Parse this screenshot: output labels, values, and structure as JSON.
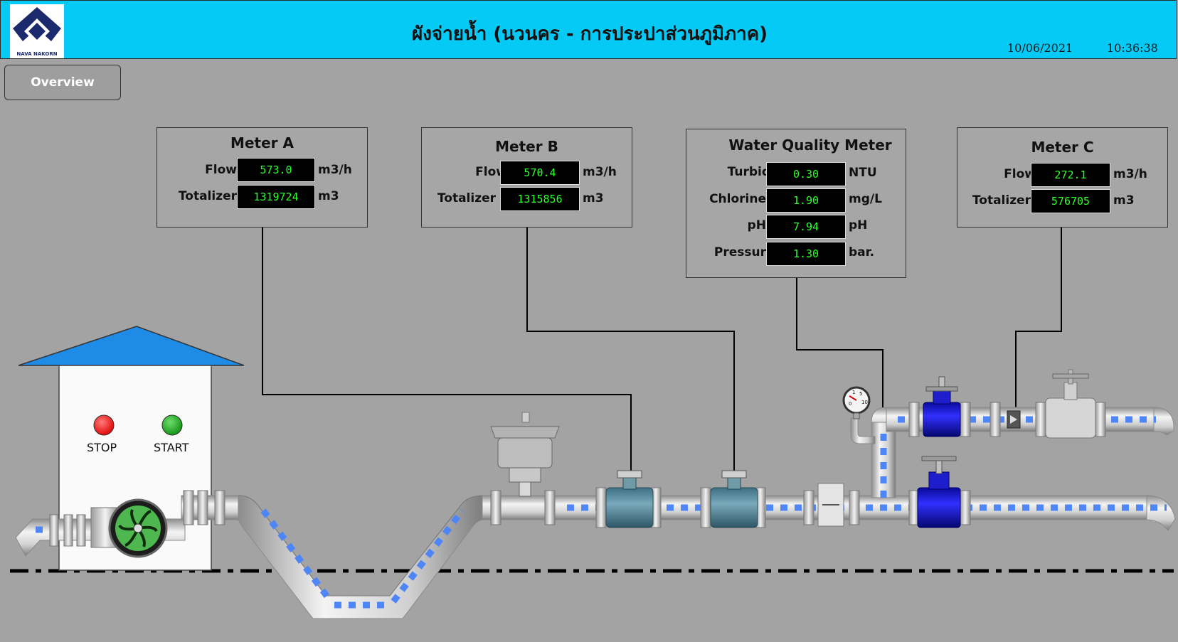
{
  "header": {
    "logo_text": "NAVA NAKORN",
    "title": "ผังจ่ายน้ำ (นวนคร - การประปาส่วนภูมิภาค)",
    "date": "10/06/2021",
    "time": "10:36:38"
  },
  "nav": {
    "overview_label": "Overview"
  },
  "meters": {
    "meter_a": {
      "title": "Meter A",
      "flow_label": "Flow",
      "flow_value": "573.0",
      "flow_unit": "m3/h",
      "totalizer_label": "Totalizer",
      "totalizer_value": "1319724",
      "totalizer_unit": "m3"
    },
    "meter_b": {
      "title": "Meter B",
      "flow_label": "Flow",
      "flow_value": "570.4",
      "flow_unit": "m3/h",
      "totalizer_label": "Totalizer",
      "totalizer_value": "1315856",
      "totalizer_unit": "m3"
    },
    "meter_c": {
      "title": "Meter C",
      "flow_label": "Flow",
      "flow_value": "272.1",
      "flow_unit": "m3/h",
      "totalizer_label": "Totalizer",
      "totalizer_value": "576705",
      "totalizer_unit": "m3"
    }
  },
  "water_quality": {
    "title": "Water Quality Meter",
    "turbid_label": "Turbid",
    "turbid_value": "0.30",
    "turbid_unit": "NTU",
    "chlorine_label": "Chlorine",
    "chlorine_value": "1.90",
    "chlorine_unit": "mg/L",
    "ph_label": "pH",
    "ph_value": "7.94",
    "ph_unit": "pH",
    "pressure_label": "Pressur",
    "pressure_value": "1.30",
    "pressure_unit": "bar."
  },
  "pump_house": {
    "stop_label": "STOP",
    "start_label": "START",
    "stop_color": "#ff0000",
    "start_color": "#12a012"
  },
  "colors": {
    "header_bg": "#05caf5",
    "background": "#a3a3a3",
    "roof": "#1e8be6",
    "flow_dash": "#4f86f7",
    "value_text": "#2cff2c",
    "valve_blue": "#1313d6"
  },
  "gauge": {
    "scale_labels": [
      "0",
      "1",
      "5",
      "10"
    ]
  }
}
